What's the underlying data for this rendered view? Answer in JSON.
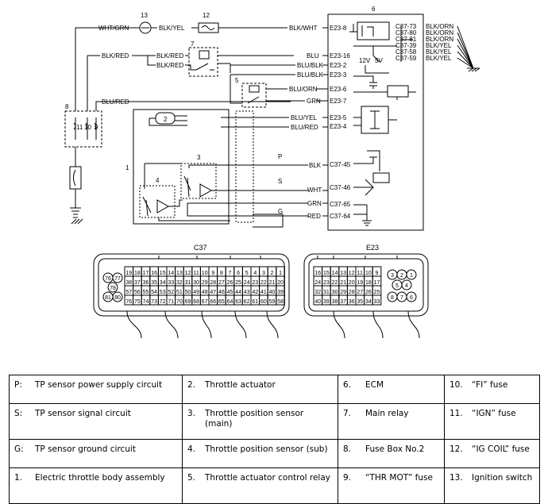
{
  "wiring": {
    "wire_labels": {
      "wht_grn": "WHT/GRN",
      "blk_yel_fuse": "BLK/YEL",
      "blk_wht": "BLK/WHT",
      "blk_red_left": "BLK/RED",
      "blk_red_a": "BLK/RED",
      "blk_red_b": "BLK/RED",
      "blu": "BLU",
      "blu_blk_a": "BLU/BLK",
      "blu_blk_b": "BLU/BLK",
      "blu_orn": "BLU/ORN",
      "grn_e23_7": "GRN",
      "blu_red_left": "BLU/RED",
      "blu_yel": "BLU/YEL",
      "blu_red_e23_4": "BLU/RED",
      "blk": "BLK",
      "wht": "WHT",
      "grn_c37_65": "GRN",
      "red": "RED",
      "blk_orn_1": "BLK/ORN",
      "blk_orn_2": "BLK/ORN",
      "blk_orn_3": "BLK/ORN",
      "blk_yel_1": "BLK/YEL",
      "blk_yel_2": "BLK/YEL",
      "blk_yel_3": "BLK/YEL"
    },
    "pins": {
      "e23_8": "E23-8",
      "e23_16": "E23-16",
      "e23_2": "E23-2",
      "e23_3": "E23-3",
      "e23_6": "E23-6",
      "e23_7": "E23-7",
      "e23_5": "E23-5",
      "e23_4": "E23-4",
      "c37_45": "C37-45",
      "c37_46": "C37-46",
      "c37_65": "C37-65",
      "c37_64": "C37-64",
      "c37_73": "C37-73",
      "c37_80": "C37-80",
      "c37_81": "C37-81",
      "c37_39": "C37-39",
      "c37_58": "C37-58",
      "c37_59": "C37-59"
    },
    "circuit_letters": {
      "p": "P",
      "s": "S",
      "g": "G"
    },
    "callouts": {
      "n1": "1",
      "n2": "2",
      "n3": "3",
      "n4": "4",
      "n5": "5",
      "n6": "6",
      "n7": "7",
      "n8": "8",
      "n9": "9",
      "n10": "10",
      "n11": "11",
      "n12": "12",
      "n13": "13"
    },
    "voltages": {
      "v12": "12V",
      "v5": "5V"
    }
  },
  "connectors": {
    "c37": {
      "title": "C37",
      "rows": [
        [
          "19",
          "18",
          "17",
          "16",
          "15",
          "14",
          "13",
          "12",
          "11",
          "10",
          "9",
          "8",
          "7",
          "6",
          "5",
          "4",
          "3",
          "2",
          "1"
        ],
        [
          "38",
          "37",
          "36",
          "35",
          "34",
          "33",
          "32",
          "31",
          "30",
          "29",
          "28",
          "27",
          "26",
          "25",
          "24",
          "23",
          "22",
          "21",
          "20"
        ],
        [
          "57",
          "56",
          "55",
          "54",
          "53",
          "52",
          "51",
          "50",
          "49",
          "48",
          "47",
          "46",
          "45",
          "44",
          "43",
          "42",
          "41",
          "40",
          "39"
        ],
        [
          "76",
          "75",
          "74",
          "73",
          "72",
          "71",
          "70",
          "69",
          "68",
          "67",
          "66",
          "65",
          "64",
          "63",
          "62",
          "61",
          "60",
          "59",
          "58"
        ]
      ],
      "round_pins": [
        "76",
        "77",
        "78",
        "81",
        "80"
      ]
    },
    "e23": {
      "title": "E23",
      "rows": [
        [
          "16",
          "15",
          "14",
          "13",
          "12",
          "11",
          "10",
          "9"
        ],
        [
          "24",
          "23",
          "22",
          "21",
          "20",
          "19",
          "18",
          "17"
        ],
        [
          "32",
          "31",
          "30",
          "29",
          "28",
          "27",
          "26",
          "25"
        ],
        [
          "40",
          "39",
          "38",
          "37",
          "36",
          "35",
          "34",
          "33"
        ]
      ],
      "round_pins": [
        "3",
        "2",
        "1",
        "5",
        "4",
        "8",
        "7",
        "6"
      ]
    }
  },
  "legend": {
    "rows": [
      [
        {
          "key": "P:",
          "text": "TP sensor power supply circuit"
        },
        {
          "key": "2.",
          "text": "Throttle actuator"
        },
        {
          "key": "6.",
          "text": "ECM"
        },
        {
          "key": "10.",
          "text": "“FI” fuse"
        }
      ],
      [
        {
          "key": "S:",
          "text": "TP sensor signal circuit"
        },
        {
          "key": "3.",
          "text": "Throttle position sensor (main)"
        },
        {
          "key": "7.",
          "text": "Main relay"
        },
        {
          "key": "11.",
          "text": "“IGN” fuse"
        }
      ],
      [
        {
          "key": "G:",
          "text": "TP sensor ground circuit"
        },
        {
          "key": "4.",
          "text": "Throttle position sensor (sub)"
        },
        {
          "key": "8.",
          "text": "Fuse Box No.2"
        },
        {
          "key": "12.",
          "text": "“IG COIL” fuse"
        }
      ],
      [
        {
          "key": "1.",
          "text": "Electric throttle body assembly"
        },
        {
          "key": "5.",
          "text": "Throttle actuator control relay"
        },
        {
          "key": "9.",
          "text": "“THR MOT” fuse"
        },
        {
          "key": "13.",
          "text": "Ignition switch"
        }
      ]
    ]
  }
}
